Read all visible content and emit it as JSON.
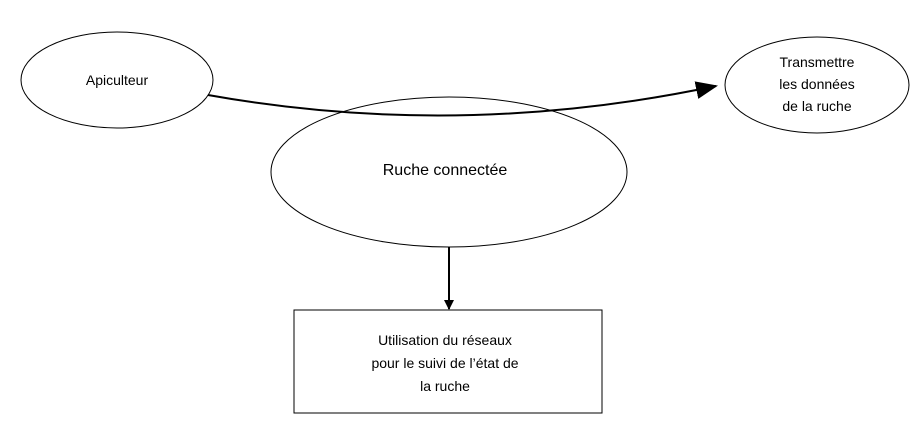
{
  "diagram": {
    "nodes": {
      "apiculteur": {
        "lines": [
          "Apiculteur"
        ]
      },
      "transmettre": {
        "lines": [
          "Transmettre",
          "les données",
          "de la ruche"
        ]
      },
      "ruche": {
        "lines": [
          "Ruche connectée"
        ]
      },
      "utilisation": {
        "lines": [
          "Utilisation du réseaux",
          "pour le suivi de l’état de",
          "la ruche"
        ]
      }
    },
    "edges": [
      {
        "from": "apiculteur",
        "to": "transmettre"
      },
      {
        "from": "ruche",
        "to": "utilisation"
      }
    ],
    "colors": {
      "stroke": "#000000",
      "fill": "#ffffff",
      "text": "#000000"
    }
  }
}
